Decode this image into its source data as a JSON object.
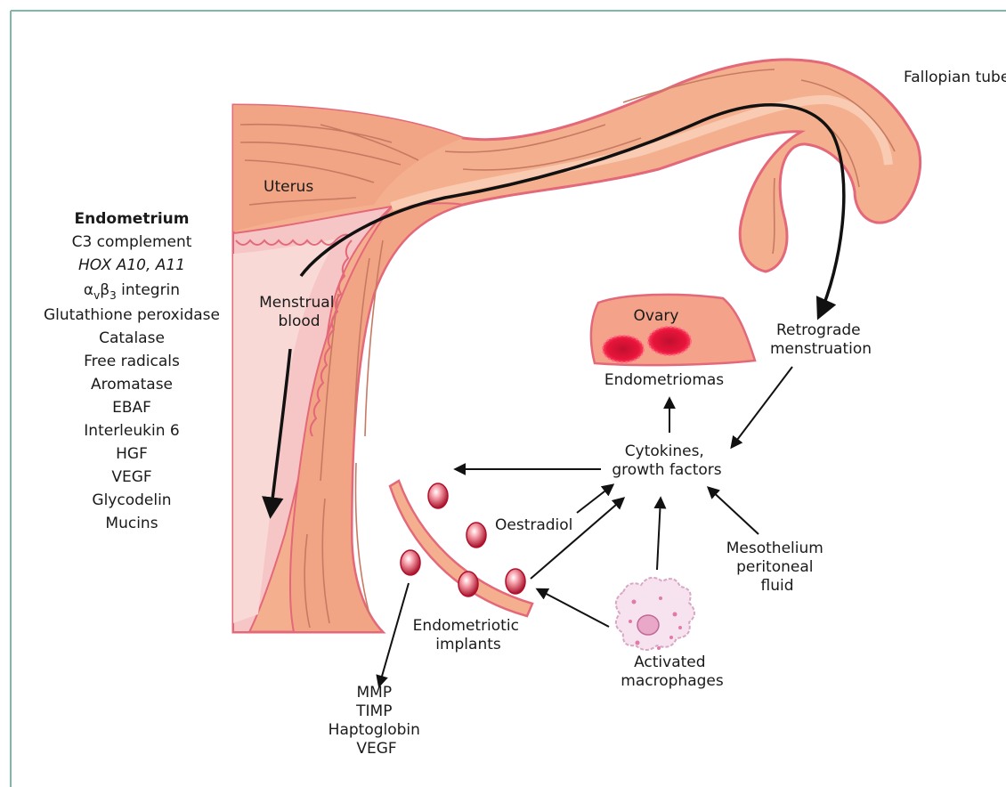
{
  "colors": {
    "frame": "#7fb7a8",
    "tissue": "#f4b08e",
    "tissue_light": "#f8cbb2",
    "tissue_stroke": "#e3687a",
    "lining": "#f6c6c6",
    "fiber": "#c77a63",
    "lesion": "#e8143a",
    "lesion_dark": "#b0102c",
    "macrophage": "#f7e3ef",
    "arrow": "#111111"
  },
  "labels": {
    "fallopian_tube": "Fallopian tube",
    "uterus": "Uterus",
    "menstrual_blood": [
      "Menstrual",
      "blood"
    ],
    "ovary": "Ovary",
    "endometriomas": "Endometriomas",
    "retrograde_menstruation": [
      "Retrograde",
      "menstruation"
    ],
    "cytokines": [
      "Cytokines,",
      "growth factors"
    ],
    "oestradiol": "Oestradiol",
    "mesothelium": [
      "Mesothelium",
      "peritoneal",
      "fluid"
    ],
    "endometriotic_implants": [
      "Endometriotic",
      "implants"
    ],
    "activated_macrophages": [
      "Activated",
      "macrophages"
    ],
    "mmp_list": [
      "MMP",
      "TIMP",
      "Haptoglobin",
      "VEGF"
    ]
  },
  "endometrium": {
    "title": "Endometrium",
    "items": [
      "C3 complement",
      "HOX A10, A11",
      "Glutathione peroxidase",
      "Catalase",
      "Free radicals",
      "Aromatase",
      "EBAF",
      "Interleukin 6",
      "HGF",
      "VEGF",
      "Glycodelin",
      "Mucins"
    ],
    "integrin": {
      "alpha": "α",
      "alpha_sub": "v",
      "beta": "β",
      "beta_sub": "3",
      "word": " integrin"
    }
  }
}
